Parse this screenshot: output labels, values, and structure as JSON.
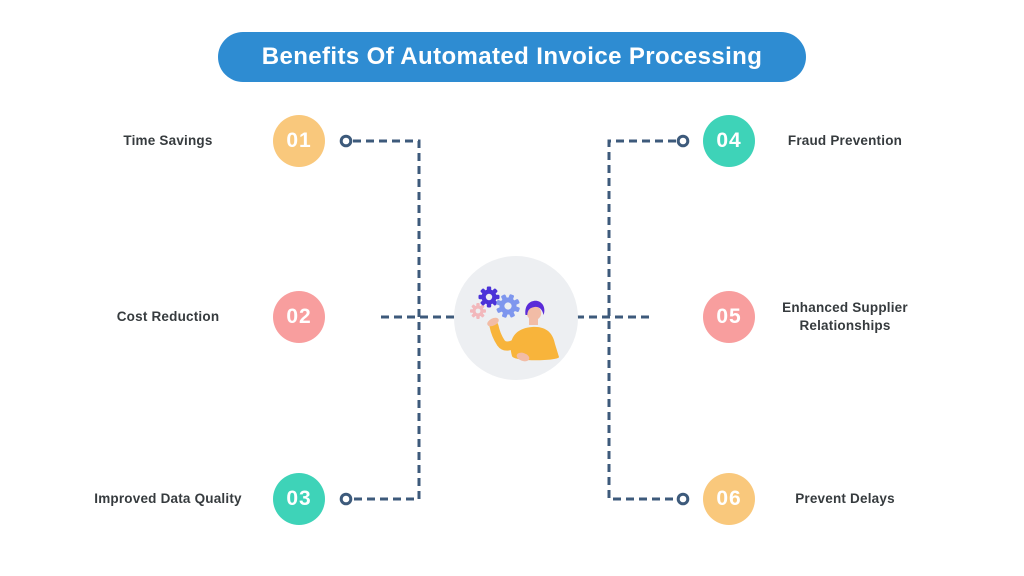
{
  "title": "Benefits Of Automated Invoice Processing",
  "colors": {
    "title_bg": "#2E8CD2",
    "title_text": "#FFFFFF",
    "connector": "#3D5A7B",
    "label_text": "#363B3E",
    "badge_orange": "#F9C87C",
    "badge_pink": "#F89E9E",
    "badge_teal": "#3ED3B8",
    "center_circle_bg": "#EDEFF2"
  },
  "items": [
    {
      "number": "01",
      "label": "Time Savings",
      "color": "#F9C87C",
      "side": "left"
    },
    {
      "number": "02",
      "label": "Cost Reduction",
      "color": "#F89E9E",
      "side": "left"
    },
    {
      "number": "03",
      "label": "Improved Data Quality",
      "color": "#3ED3B8",
      "side": "left"
    },
    {
      "number": "04",
      "label": "Fraud Prevention",
      "color": "#3ED3B8",
      "side": "right"
    },
    {
      "number": "05",
      "label": "Enhanced Supplier Relationships",
      "color": "#F89E9E",
      "side": "right"
    },
    {
      "number": "06",
      "label": "Prevent Delays",
      "color": "#F9C87C",
      "side": "right"
    }
  ],
  "center_illustration": "person-presenting-gears"
}
